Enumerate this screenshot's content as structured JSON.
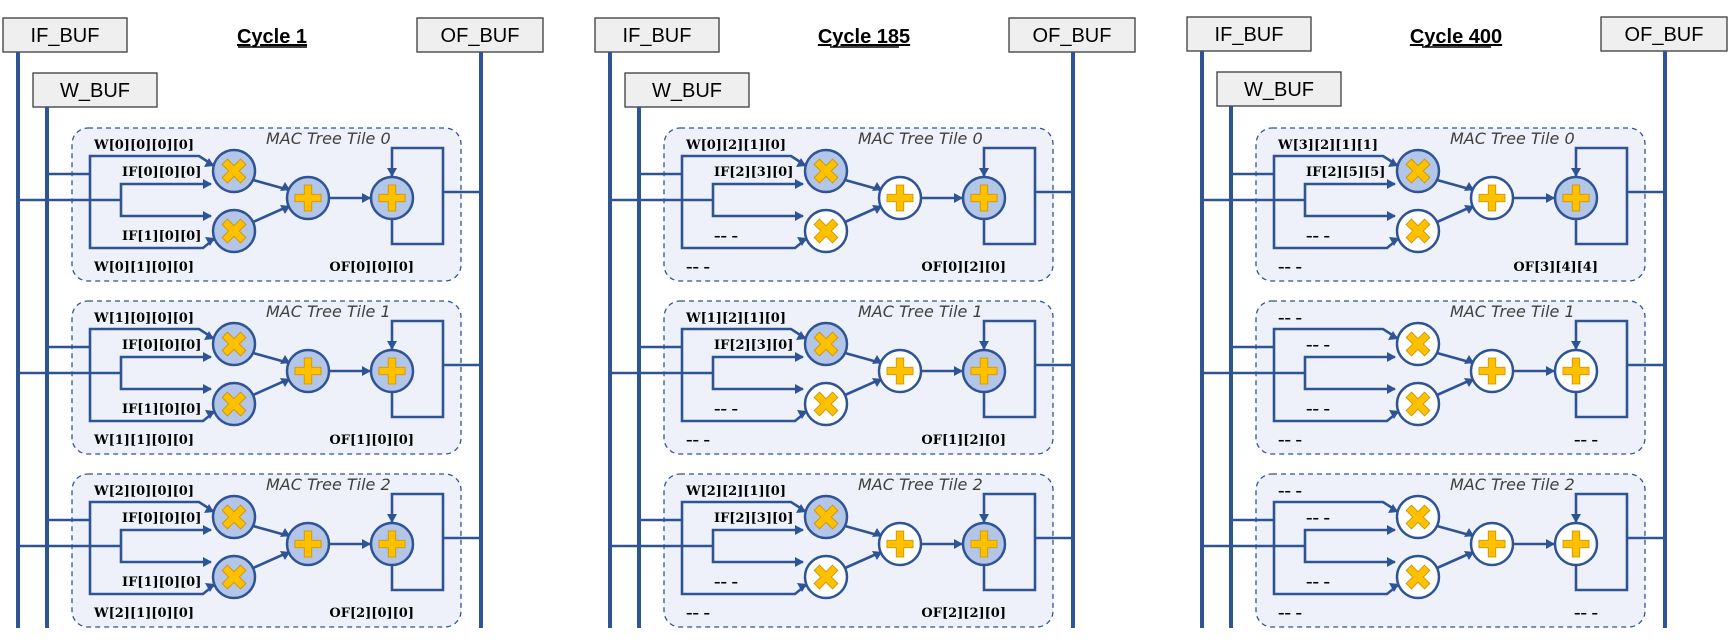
{
  "colors": {
    "bus": "#2f5496",
    "tile_fill": "#eef1fa",
    "op_active_fill": "#b4c6e7",
    "op_idle_fill": "#ffffff",
    "glyph": "#ffc000",
    "buffer_fill": "#efefef"
  },
  "icons": {
    "multiply": "multiply-icon",
    "add": "add-icon"
  },
  "panels": [
    {
      "cycle_label": "Cycle 1",
      "if_buf_label": "IF_BUF",
      "w_buf_label": "W_BUF",
      "of_buf_label": "OF_BUF",
      "tiles": [
        {
          "title": "MAC Tree Tile 0",
          "labels": {
            "w0": "W[0][0][0][0]",
            "if0": "IF[0][0][0]",
            "if1": "IF[1][0][0]",
            "w1": "W[0][1][0][0]",
            "of": "OF[0][0][0]"
          },
          "mult_active": [
            true,
            true
          ],
          "add_active": true,
          "acc_active": true
        },
        {
          "title": "MAC Tree Tile 1",
          "labels": {
            "w0": "W[1][0][0][0]",
            "if0": "IF[0][0][0]",
            "if1": "IF[1][0][0]",
            "w1": "W[1][1][0][0]",
            "of": "OF[1][0][0]"
          },
          "mult_active": [
            true,
            true
          ],
          "add_active": true,
          "acc_active": true
        },
        {
          "title": "MAC Tree Tile 2",
          "labels": {
            "w0": "W[2][0][0][0]",
            "if0": "IF[0][0][0]",
            "if1": "IF[1][0][0]",
            "w1": "W[2][1][0][0]",
            "of": "OF[2][0][0]"
          },
          "mult_active": [
            true,
            true
          ],
          "add_active": true,
          "acc_active": true
        }
      ]
    },
    {
      "cycle_label": "Cycle 185",
      "if_buf_label": "IF_BUF",
      "w_buf_label": "W_BUF",
      "of_buf_label": "OF_BUF",
      "tiles": [
        {
          "title": "MAC Tree Tile 0",
          "labels": {
            "w0": "W[0][2][1][0]",
            "if0": "IF[2][3][0]",
            "if1": "–– –",
            "w1": "–– –",
            "of": "OF[0][2][0]"
          },
          "mult_active": [
            true,
            false
          ],
          "add_active": false,
          "acc_active": true
        },
        {
          "title": "MAC Tree Tile 1",
          "labels": {
            "w0": "W[1][2][1][0]",
            "if0": "IF[2][3][0]",
            "if1": "–– –",
            "w1": "–– –",
            "of": "OF[1][2][0]"
          },
          "mult_active": [
            true,
            false
          ],
          "add_active": false,
          "acc_active": true
        },
        {
          "title": "MAC Tree Tile 2",
          "labels": {
            "w0": "W[2][2][1][0]",
            "if0": "IF[2][3][0]",
            "if1": "–– –",
            "w1": "–– –",
            "of": "OF[2][2][0]"
          },
          "mult_active": [
            true,
            false
          ],
          "add_active": false,
          "acc_active": true
        }
      ]
    },
    {
      "cycle_label": "Cycle 400",
      "if_buf_label": "IF_BUF",
      "w_buf_label": "W_BUF",
      "of_buf_label": "OF_BUF",
      "tiles": [
        {
          "title": "MAC Tree Tile 0",
          "labels": {
            "w0": "W[3][2][1][1]",
            "if0": "IF[2][5][5]",
            "if1": "–– –",
            "w1": "–– –",
            "of": "OF[3][4][4]"
          },
          "mult_active": [
            true,
            false
          ],
          "add_active": false,
          "acc_active": true
        },
        {
          "title": "MAC Tree Tile 1",
          "labels": {
            "w0": "–– –",
            "if0": "–– –",
            "if1": "–– –",
            "w1": "–– –",
            "of": "–– –"
          },
          "mult_active": [
            false,
            false
          ],
          "add_active": false,
          "acc_active": false
        },
        {
          "title": "MAC Tree Tile 2",
          "labels": {
            "w0": "–– –",
            "if0": "–– –",
            "if1": "–– –",
            "w1": "–– –",
            "of": "–– –"
          },
          "mult_active": [
            false,
            false
          ],
          "add_active": false,
          "acc_active": false
        }
      ]
    }
  ]
}
